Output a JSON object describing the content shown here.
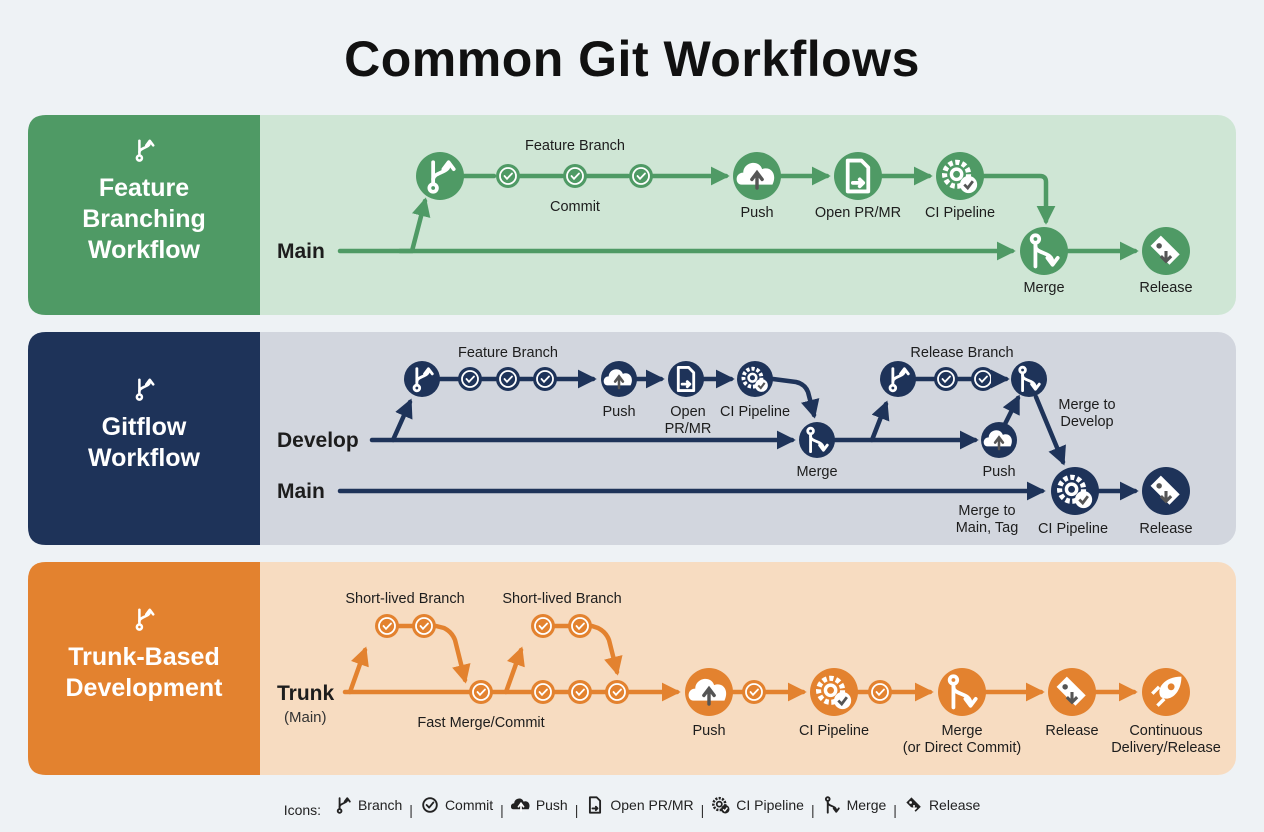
{
  "title": "Common Git Workflows",
  "colors": {
    "green": "#4f9a65",
    "green_bg": "#cfe6d5",
    "navy": "#1e3359",
    "navy_bg": "#d2d6de",
    "orange": "#e3822f",
    "orange_bg": "#f7dcc1"
  },
  "lanes": [
    {
      "title_lines": [
        "Feature",
        "Branching",
        "Workflow"
      ],
      "icon": "branch-icon",
      "lines": [
        {
          "label": "Main"
        }
      ],
      "labels": {
        "feature_branch": "Feature Branch",
        "commit": "Commit",
        "push": "Push",
        "open_pr": "Open PR/MR",
        "ci_pipeline": "CI Pipeline",
        "merge": "Merge",
        "release": "Release"
      }
    },
    {
      "title_lines": [
        "Gitflow",
        "Workflow"
      ],
      "icon": "branch-icon",
      "lines": [
        {
          "label": "Develop"
        },
        {
          "label": "Main"
        }
      ],
      "labels": {
        "feature_branch": "Feature Branch",
        "push": "Push",
        "open_pr": [
          "Open",
          "PR/MR"
        ],
        "ci_pipeline": "CI Pipeline",
        "merge": "Merge",
        "release_branch": "Release Branch",
        "merge_to_develop": [
          "Merge to",
          "Develop"
        ],
        "push_2": "Push",
        "merge_to_main": [
          "Merge to",
          "Main, Tag"
        ],
        "ci_pipeline_2": "CI Pipeline",
        "release": "Release"
      }
    },
    {
      "title_lines": [
        "Trunk-Based",
        "Development"
      ],
      "icon": "branch-icon",
      "lines": [
        {
          "label": "Trunk",
          "sub": "(Main)"
        }
      ],
      "labels": {
        "short_lived_1": "Short-lived Branch",
        "short_lived_2": "Short-lived Branch",
        "fast_merge": "Fast Merge/Commit",
        "push": "Push",
        "ci_pipeline": "CI Pipeline",
        "merge": [
          "Merge",
          "(or Direct Commit)"
        ],
        "release": "Release",
        "continuous": [
          "Continuous",
          "Delivery/Release"
        ]
      }
    }
  ],
  "legend": {
    "prefix": "Icons:",
    "items": [
      {
        "icon": "branch-icon",
        "label": "Branch"
      },
      {
        "icon": "commit-icon",
        "label": "Commit"
      },
      {
        "icon": "push-icon",
        "label": "Push"
      },
      {
        "icon": "pr-icon",
        "label": "Open PR/MR"
      },
      {
        "icon": "ci-icon",
        "label": "CI Pipeline"
      },
      {
        "icon": "merge-icon",
        "label": "Merge"
      },
      {
        "icon": "release-icon",
        "label": "Release"
      }
    ]
  }
}
